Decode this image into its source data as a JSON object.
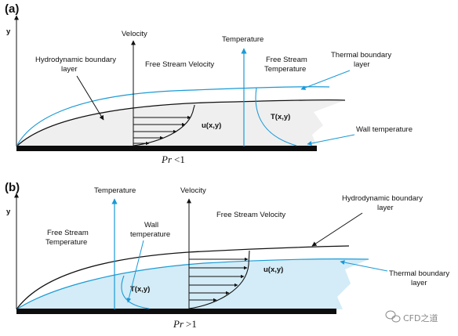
{
  "panel_a": {
    "tag": "(a)",
    "y_axis": "y",
    "velocity": "Velocity",
    "temperature": "Temperature",
    "hydro_bl_line1": "Hydrodynamic boundary",
    "hydro_bl_line2": "layer",
    "free_stream_velocity": "Free Stream Velocity",
    "free_stream_temp_line1": "Free Stream",
    "free_stream_temp_line2": "Temperature",
    "thermal_bl_line1": "Thermal boundary",
    "thermal_bl_line2": "layer",
    "u_label": "u(x,y)",
    "t_label": "T(x,y)",
    "wall_temperature": "Wall temperature",
    "pr_symbol": "Pr",
    "pr_relation": "<1"
  },
  "panel_b": {
    "tag": "(b)",
    "y_axis": "y",
    "temperature": "Temperature",
    "velocity": "Velocity",
    "free_stream_temp_line1": "Free Stream",
    "free_stream_temp_line2": "Temperature",
    "wall_temp_line1": "Wall",
    "wall_temp_line2": "temperature",
    "free_stream_velocity": "Free Stream Velocity",
    "hydro_bl_line1": "Hydrodynamic boundary",
    "hydro_bl_line2": "layer",
    "u_label": "u(x,y)",
    "t_label": "T(x,y)",
    "thermal_bl_line1": "Thermal boundary",
    "thermal_bl_line2": "layer",
    "pr_symbol": "Pr",
    "pr_relation": ">1"
  },
  "watermark": "CFD之道",
  "icons": [
    "wechat-icon"
  ],
  "colors": {
    "ink": "#111111",
    "thermal_blue": "#1a9ad6",
    "fill_gray": "#efefef",
    "fill_blue": "#d3ecf7",
    "wall": "#0d0d0d"
  }
}
